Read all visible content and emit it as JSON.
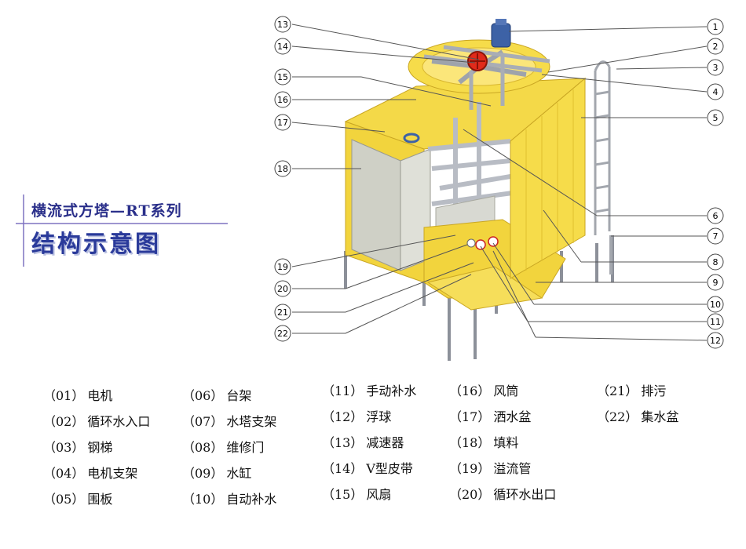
{
  "title": {
    "line1": "横流式方塔—RT系列",
    "line2": "结构示意图"
  },
  "callouts": [
    "1",
    "2",
    "3",
    "4",
    "5",
    "6",
    "7",
    "8",
    "9",
    "10",
    "11",
    "12",
    "13",
    "14",
    "15",
    "16",
    "17",
    "18",
    "19",
    "20",
    "21",
    "22"
  ],
  "legend": {
    "col1": [
      {
        "num": "（01）",
        "label": "电机"
      },
      {
        "num": "（02）",
        "label": "循环水入口"
      },
      {
        "num": "（03）",
        "label": "钢梯"
      },
      {
        "num": "（04）",
        "label": "电机支架"
      },
      {
        "num": "（05）",
        "label": "围板"
      }
    ],
    "col2": [
      {
        "num": "（06）",
        "label": "台架"
      },
      {
        "num": "（07）",
        "label": "水塔支架"
      },
      {
        "num": "（08）",
        "label": "维修门"
      },
      {
        "num": "（09）",
        "label": "水缸"
      },
      {
        "num": "（10）",
        "label": "自动补水"
      }
    ],
    "col3": [
      {
        "num": "（11）",
        "label": "手动补水"
      },
      {
        "num": "（12）",
        "label": "浮球"
      },
      {
        "num": "（13）",
        "label": "减速器"
      },
      {
        "num": "（14）",
        "label": "V型皮带"
      },
      {
        "num": "（15）",
        "label": "风扇"
      }
    ],
    "col4": [
      {
        "num": "（16）",
        "label": "风筒"
      },
      {
        "num": "（17）",
        "label": "洒水盆"
      },
      {
        "num": "（18）",
        "label": "填料"
      },
      {
        "num": "（19）",
        "label": "溢流管"
      },
      {
        "num": "（20）",
        "label": "循环水出口"
      }
    ],
    "col5": [
      {
        "num": "（21）",
        "label": "排污"
      },
      {
        "num": "（22）",
        "label": "集水盆"
      }
    ]
  },
  "colors": {
    "tower_yellow": "#f6dc4a",
    "tower_shade": "#e9c531",
    "frame_gray": "#b8bcc4",
    "fill_gray": "#d6d6cc",
    "motor_blue": "#3d62a6",
    "pulley_red": "#e12a1a",
    "title_blue": "#2a2f8a",
    "leader": "#555555"
  }
}
